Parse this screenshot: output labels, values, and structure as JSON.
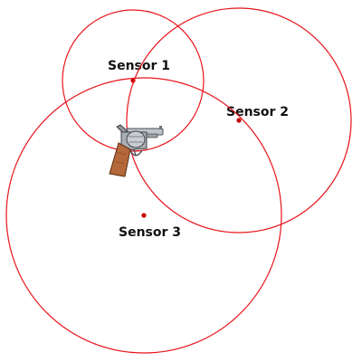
{
  "colors": {
    "ring": "#e8141c",
    "dot": "#c40000",
    "label": "#111111"
  },
  "sensors": [
    {
      "id": 1,
      "label": "Sensor 1"
    },
    {
      "id": 2,
      "label": "Sensor 2"
    },
    {
      "id": 3,
      "label": "Sensor 3"
    }
  ],
  "source_icon": "revolver-icon"
}
